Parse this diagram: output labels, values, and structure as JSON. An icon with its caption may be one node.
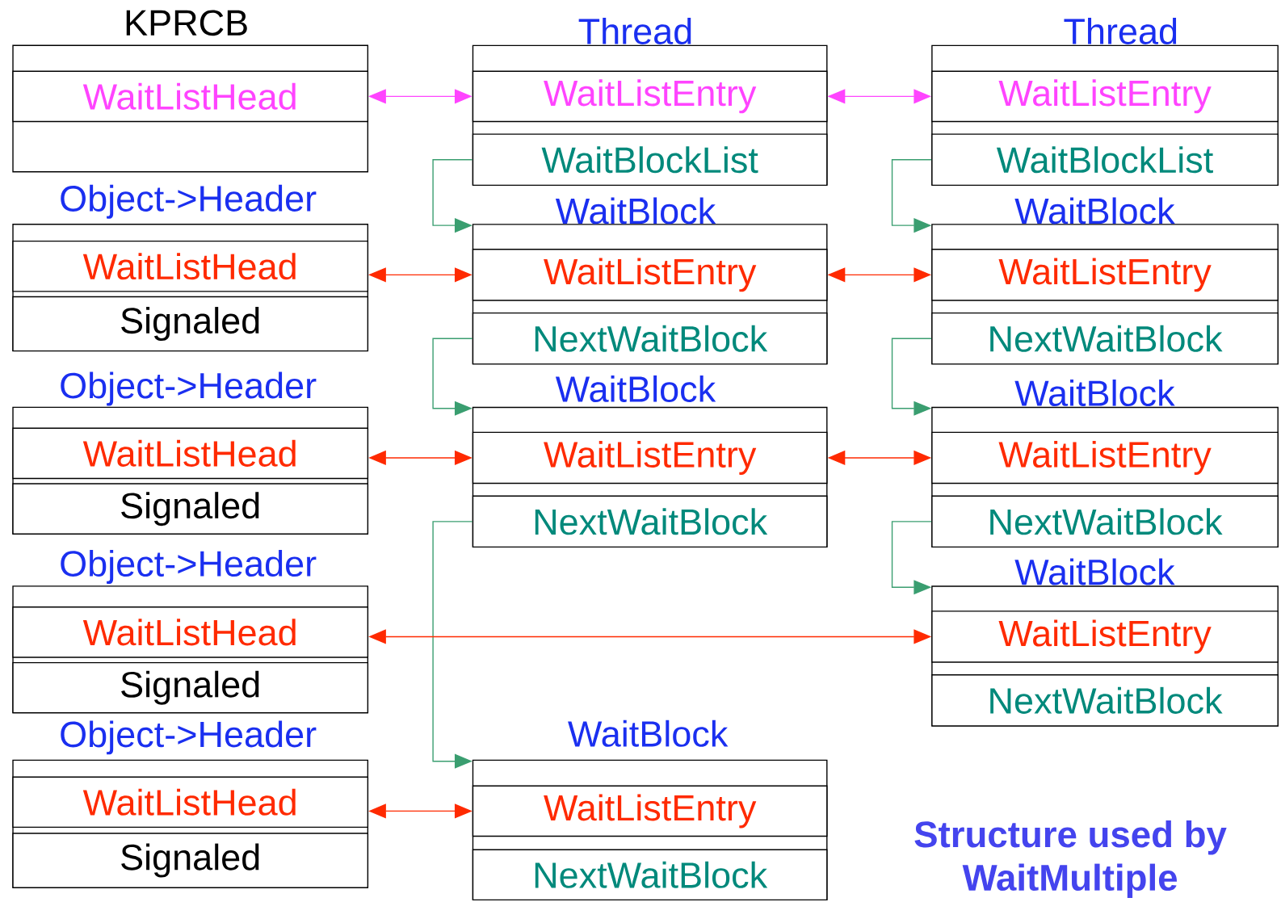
{
  "diagram": {
    "title": "Structure used by WaitMultiple",
    "nodes": [
      {
        "text": [
          "KPRCB"
        ]
      },
      {
        "text": [
          "WaitListHead"
        ],
        "in": 0
      },
      {
        "text": [
          "Thread"
        ]
      },
      {
        "text": [
          "WaitListEntry"
        ],
        "in": 2
      },
      {
        "text": [
          "WaitBlockList"
        ],
        "in": 2
      },
      {
        "text": [
          "Thread"
        ]
      },
      {
        "text": [
          "WaitListEntry"
        ],
        "in": 5
      },
      {
        "text": [
          "WaitBlockList"
        ],
        "in": 5
      },
      {
        "text": [
          "Object->Header"
        ]
      },
      {
        "text": [
          "WaitListHead"
        ],
        "in": 8
      },
      {
        "text": [
          "Signaled"
        ],
        "in": 8
      },
      {
        "text": [
          "WaitBlock"
        ]
      },
      {
        "text": [
          "WaitListEntry"
        ],
        "in": 11
      },
      {
        "text": [
          "NextWaitBlock"
        ],
        "in": 11
      },
      {
        "text": [
          "WaitBlock"
        ]
      },
      {
        "text": [
          "WaitListEntry"
        ],
        "in": 14
      },
      {
        "text": [
          "NextWaitBlock"
        ],
        "in": 14
      },
      {
        "text": [
          "Object->Header"
        ]
      },
      {
        "text": [
          "WaitListHead"
        ],
        "in": 17
      },
      {
        "text": [
          "Signaled"
        ],
        "in": 17
      },
      {
        "text": [
          "WaitBlock"
        ]
      },
      {
        "text": [
          "WaitListEntry"
        ],
        "in": 20
      },
      {
        "text": [
          "NextWaitBlock"
        ],
        "in": 20
      },
      {
        "text": [
          "WaitBlock"
        ]
      },
      {
        "text": [
          "WaitListEntry"
        ],
        "in": 23
      },
      {
        "text": [
          "NextWaitBlock"
        ],
        "in": 23
      },
      {
        "text": [
          "Object->Header"
        ]
      },
      {
        "text": [
          "WaitListHead"
        ],
        "in": 26
      },
      {
        "text": [
          "Signaled"
        ],
        "in": 26
      },
      {
        "text": [
          "WaitBlock"
        ]
      },
      {
        "text": [
          "WaitListEntry"
        ],
        "in": 29
      },
      {
        "text": [
          "NextWaitBlock"
        ],
        "in": 29
      },
      {
        "text": [
          "Object->Header"
        ]
      },
      {
        "text": [
          "WaitListHead"
        ],
        "in": 32
      },
      {
        "text": [
          "Signaled"
        ],
        "in": 32
      },
      {
        "text": [
          "WaitBlock"
        ]
      },
      {
        "text": [
          "WaitListEntry"
        ],
        "in": 35
      },
      {
        "text": [
          "NextWaitBlock"
        ],
        "in": 35
      }
    ],
    "edges": [
      {
        "from": 1,
        "to": 3,
        "arrow": "both",
        "color": "#ff44ff"
      },
      {
        "from": 3,
        "to": 6,
        "arrow": "both",
        "color": "#ff44ff"
      },
      {
        "from": 4,
        "to": 11,
        "arrow": "to",
        "color": "#3a9e70"
      },
      {
        "from": 7,
        "to": 14,
        "arrow": "to",
        "color": "#3a9e70"
      },
      {
        "from": 9,
        "to": 12,
        "arrow": "both",
        "color": "#ff2a00"
      },
      {
        "from": 12,
        "to": 15,
        "arrow": "both",
        "color": "#ff2a00"
      },
      {
        "from": 13,
        "to": 20,
        "arrow": "to",
        "color": "#3a9e70"
      },
      {
        "from": 16,
        "to": 23,
        "arrow": "to",
        "color": "#3a9e70"
      },
      {
        "from": 18,
        "to": 21,
        "arrow": "both",
        "color": "#ff2a00"
      },
      {
        "from": 21,
        "to": 24,
        "arrow": "both",
        "color": "#ff2a00"
      },
      {
        "from": 22,
        "to": 35,
        "arrow": "to",
        "color": "#3a9e70"
      },
      {
        "from": 25,
        "to": 29,
        "arrow": "to",
        "color": "#3a9e70"
      },
      {
        "from": 27,
        "to": 30,
        "arrow": "both",
        "color": "#ff2a00"
      },
      {
        "from": 33,
        "to": 36,
        "arrow": "both",
        "color": "#ff2a00"
      }
    ]
  }
}
